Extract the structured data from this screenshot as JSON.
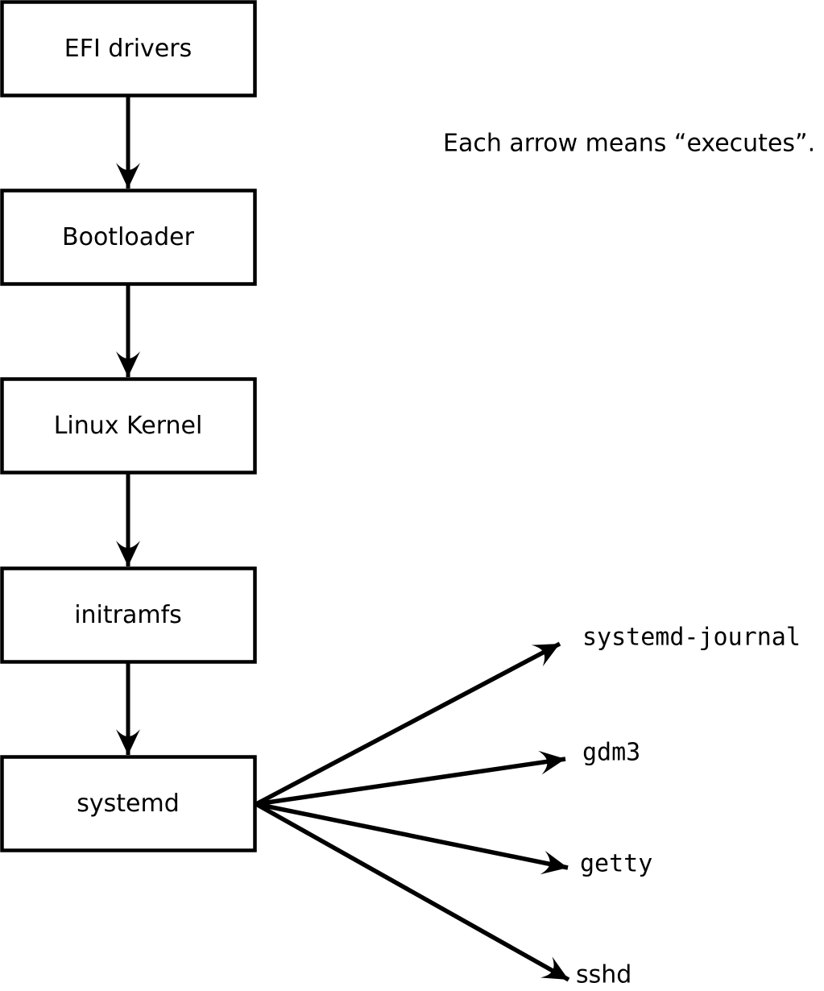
{
  "diagram": {
    "note": "Each arrow means “executes”.",
    "arrow_meaning": "executes",
    "colors": {
      "stroke": "#000000",
      "box_fill": "#ffffff",
      "background": "#ffffff",
      "text": "#000000"
    },
    "chain": [
      {
        "id": "efi-drivers",
        "label": "EFI drivers"
      },
      {
        "id": "bootloader",
        "label": "Bootloader"
      },
      {
        "id": "linux-kernel",
        "label": "Linux Kernel"
      },
      {
        "id": "initramfs",
        "label": "initramfs"
      },
      {
        "id": "systemd",
        "label": "systemd"
      }
    ],
    "spawned": [
      {
        "id": "systemd-journal",
        "label": "systemd-journal"
      },
      {
        "id": "gdm3",
        "label": "gdm3"
      },
      {
        "id": "getty",
        "label": "getty"
      },
      {
        "id": "sshd",
        "label": "sshd"
      }
    ]
  }
}
